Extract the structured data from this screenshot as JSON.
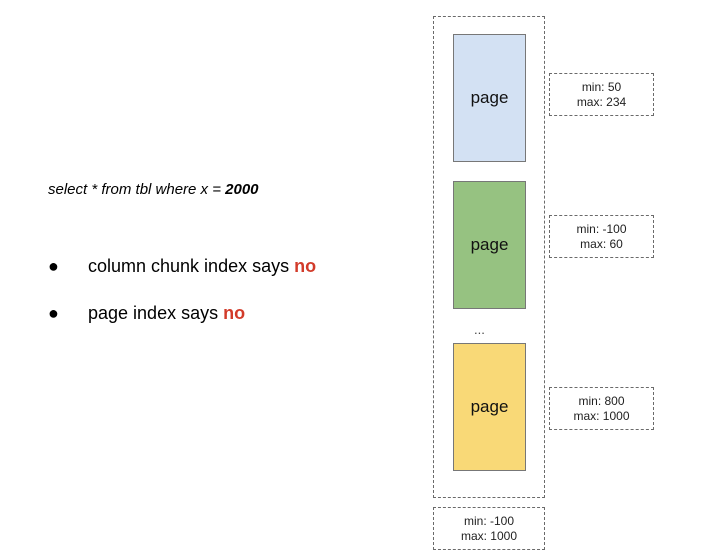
{
  "query": {
    "prefix": "select * from tbl where x = ",
    "value": "2000"
  },
  "bullets": [
    {
      "dot": "●",
      "text": "column chunk index says ",
      "verdict": "no"
    },
    {
      "dot": "●",
      "text": "page index says ",
      "verdict": "no"
    }
  ],
  "pages": [
    {
      "label": "page",
      "min": "min: 50",
      "max": "max: 234",
      "color": "#d3e1f3"
    },
    {
      "label": "page",
      "min": "min: -100",
      "max": "max: 60",
      "color": "#96c281"
    },
    {
      "label": "page",
      "min": "min: 800",
      "max": "max: 1000",
      "color": "#f9d977"
    }
  ],
  "ellipsis": "...",
  "chunk_stats": {
    "min": "min: -100",
    "max": "max: 1000"
  },
  "colors": {
    "verdict": "#d23b2a",
    "border": "#6a6a6a"
  }
}
